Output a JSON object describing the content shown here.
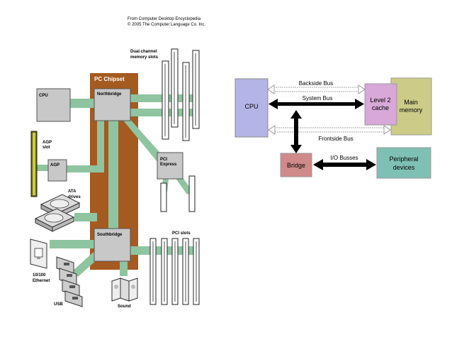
{
  "left_diagram": {
    "credit_line1": "From Computer Desktop Encyclopedia",
    "credit_line2": "© 2005 The Computer Language Co. Inc.",
    "chipset_label": "PC Chipset",
    "northbridge": "Northbridge",
    "southbridge": "Southbridge",
    "cpu": "CPU",
    "agp_slot_line1": "AGP",
    "agp_slot_line2": "slot",
    "agp": "AGP",
    "memory_line1": "Dual channel",
    "memory_line2": "memory slots",
    "pci_express_line1": "PCI",
    "pci_express_line2": "Express",
    "ata_line1": "ATA",
    "ata_line2": "drives",
    "pci_slots": "PCI slots",
    "ethernet_line1": "10/100",
    "ethernet_line2": "Ethernet",
    "usb": "USB",
    "sound": "Sound"
  },
  "right_diagram": {
    "cpu": "CPU",
    "backside_bus": "Backside Bus",
    "system_bus": "System Bus",
    "level2_line1": "Level 2",
    "level2_line2": "cache",
    "main_memory_line1": "Main",
    "main_memory_line2": "memory",
    "frontside_bus": "Frontside Bus",
    "bridge": "Bridge",
    "io_busses": "I/O Busses",
    "peripheral_line1": "Peripheral",
    "peripheral_line2": "devices"
  },
  "colors": {
    "chipset": "#a55a20",
    "bus": "#8fc4a0",
    "chip": "#c8c8c8",
    "cpu_box": "#b4b4e6",
    "level2": "#d8a8d8",
    "main_memory": "#cccc88",
    "bridge": "#d08a8a",
    "peripheral": "#7fc0b4"
  }
}
